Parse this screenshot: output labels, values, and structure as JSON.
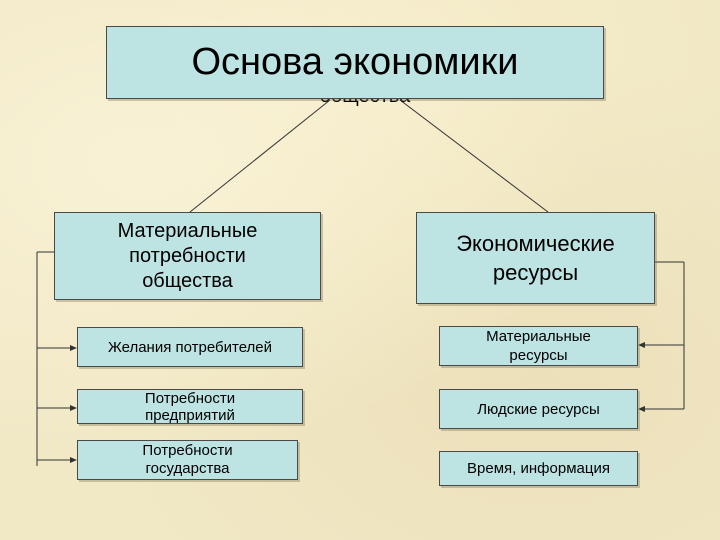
{
  "diagram": {
    "title": "Основа экономики",
    "title_underlap": "общества",
    "left_branch": {
      "label": "Материальные потребности общества",
      "children": [
        "Желания потребителей",
        "Потребности предприятий",
        "Потребности государства"
      ]
    },
    "right_branch": {
      "label": "Экономические ресурсы",
      "children": [
        "Материальные ресурсы",
        "Людские ресурсы",
        "Время, информация"
      ]
    },
    "colors": {
      "box_fill": "#bde3e3",
      "box_border": "#4a4a4a",
      "background": "#f1e8c6",
      "line": "#333333"
    }
  }
}
